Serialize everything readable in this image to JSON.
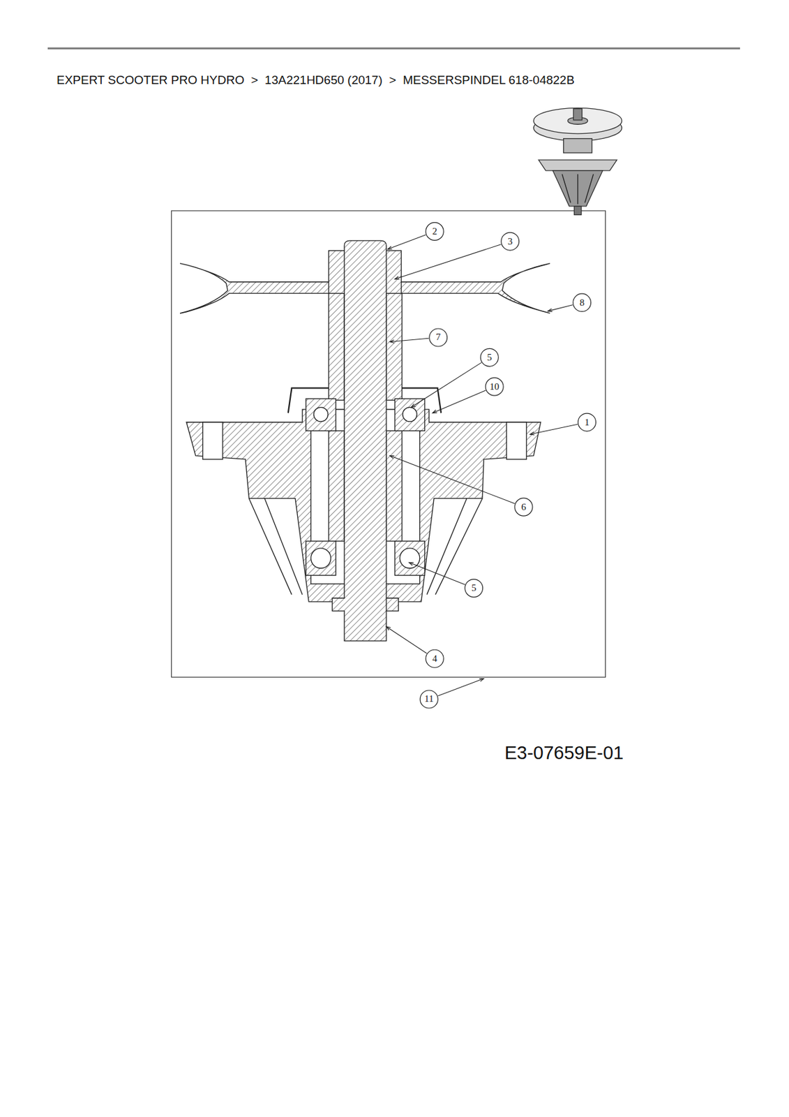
{
  "diagram": {
    "title": "EXPERT SCOOTER PRO HYDRO  >  13A221HD650 (2017)  >  MESSERSPINDEL 618-04822B",
    "labels": [
      "2",
      "3",
      "8",
      "7",
      "5",
      "10",
      "1",
      "6",
      "5",
      "4",
      "11",
      "E3-07659E-01"
    ]
  }
}
